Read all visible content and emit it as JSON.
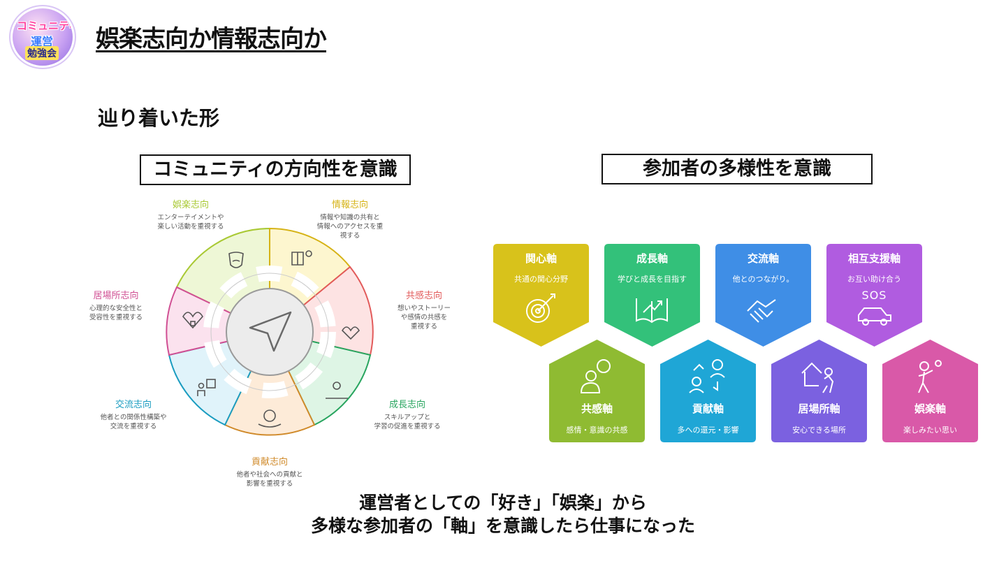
{
  "logo": {
    "line1": "コミュニティ",
    "line2": "運営",
    "line3": "勉強会"
  },
  "title": "娯楽志向か情報志向か",
  "subtitle": "辿り着いた形",
  "left_label": "コミュニティの方向性を意識",
  "right_label": "参加者の多様性を意識",
  "wheel": {
    "segments": [
      {
        "name": "娯楽志向",
        "desc1": "エンターテイメントや",
        "desc2": "楽しい活動を重視する",
        "desc3": "",
        "color": "#a9c934"
      },
      {
        "name": "情報志向",
        "desc1": "情報や知識の共有と",
        "desc2": "情報へのアクセスを重",
        "desc3": "視する",
        "color": "#d6b316"
      },
      {
        "name": "共感志向",
        "desc1": "想いやストーリー",
        "desc2": "や感情の共感を",
        "desc3": "重視する",
        "color": "#e25a5a"
      },
      {
        "name": "成長志向",
        "desc1": "スキルアップと",
        "desc2": "学習の促進を重視する",
        "desc3": "",
        "color": "#28a55f"
      },
      {
        "name": "貢献志向",
        "desc1": "他者や社会への貢献と",
        "desc2": "影響を重視する",
        "desc3": "",
        "color": "#d08a2a"
      },
      {
        "name": "交流志向",
        "desc1": "他者との関係性構築や",
        "desc2": "交流を重視する",
        "desc3": "",
        "color": "#1a9cc0"
      },
      {
        "name": "居場所志向",
        "desc1": "心理的な安全性と",
        "desc2": "受容性を重視する",
        "desc3": "",
        "color": "#d04f93"
      }
    ]
  },
  "hexes": [
    {
      "title": "関心軸",
      "sub": "共通の関心分野",
      "color": "#d8c21b",
      "icon": "target-icon",
      "extra": ""
    },
    {
      "title": "成長軸",
      "sub": "学びと成長を目指す",
      "color": "#33c17a",
      "icon": "growth-book-icon",
      "extra": ""
    },
    {
      "title": "交流軸",
      "sub": "他とのつながり。",
      "color": "#3f8ee6",
      "icon": "handshake-icon",
      "extra": ""
    },
    {
      "title": "相互支援軸",
      "sub": "お互い助け合う",
      "color": "#b05ce0",
      "icon": "car-icon",
      "extra": "SOS"
    },
    {
      "title": "共感軸",
      "sub": "感情・意識の共感",
      "color": "#8fbb32",
      "icon": "chat-person-icon",
      "extra": ""
    },
    {
      "title": "貢献軸",
      "sub": "多への還元・影響",
      "color": "#1fa6d6",
      "icon": "people-exchange-icon",
      "extra": ""
    },
    {
      "title": "居場所軸",
      "sub": "安心できる場所",
      "color": "#7b61e0",
      "icon": "home-person-icon",
      "extra": ""
    },
    {
      "title": "娯楽軸",
      "sub": "楽しみたい思い",
      "color": "#d959a8",
      "icon": "juggling-icon",
      "extra": ""
    }
  ],
  "bottom": {
    "line1": "運営者としての「好き」「娯楽」から",
    "line2": "多様な参加者の「軸」を意識したら仕事になった"
  }
}
